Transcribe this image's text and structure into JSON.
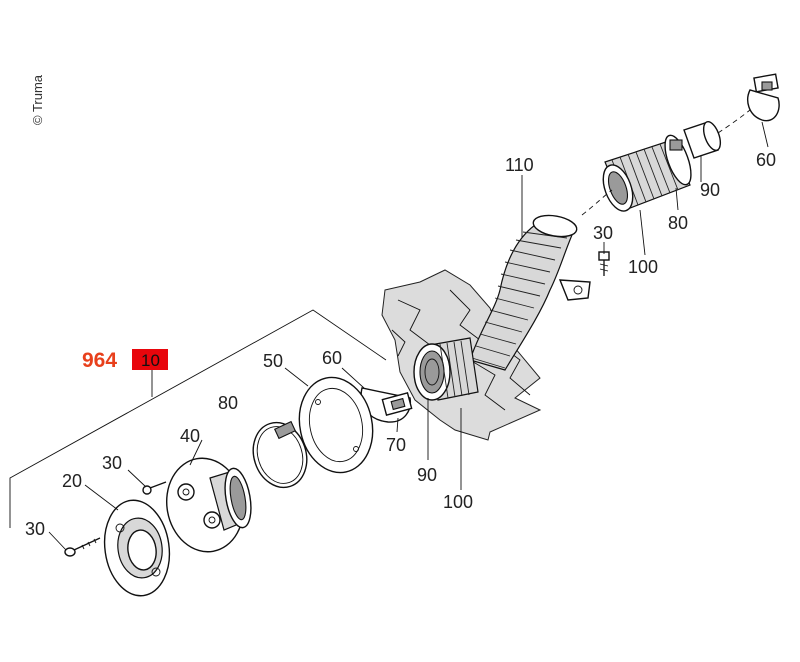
{
  "copyright": "© Truma",
  "assembly": {
    "number": "964",
    "badge": "10",
    "badge_color": "#e8060c",
    "number_color": "#e8401c"
  },
  "labels": {
    "l110": "110",
    "l60_top": "60",
    "l90_top": "90",
    "l80_top": "80",
    "l100_top": "100",
    "l30_top": "30",
    "l50": "50",
    "l60_mid": "60",
    "l80_mid": "80",
    "l70": "70",
    "l90_mid": "90",
    "l100_mid": "100",
    "l40": "40",
    "l30_mid": "30",
    "l20": "20",
    "l30_low": "30"
  }
}
